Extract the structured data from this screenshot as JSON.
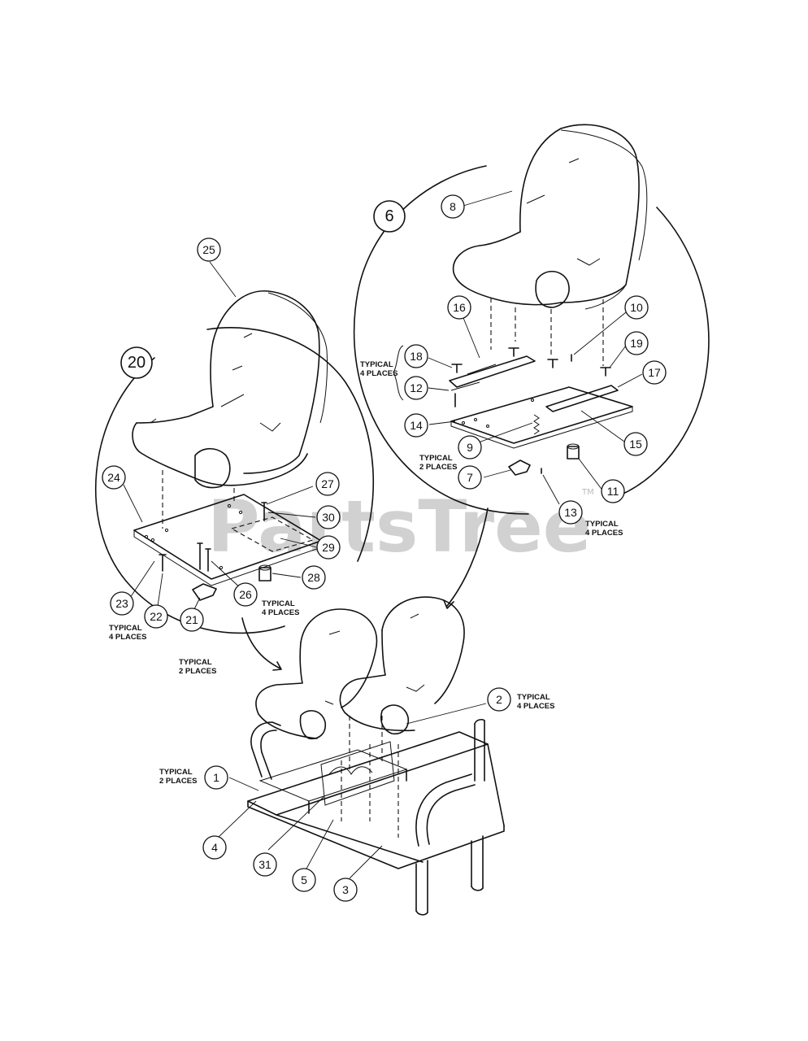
{
  "watermark": {
    "text": "PartsTree",
    "tm": "TM"
  },
  "callouts": [
    {
      "id": "c1",
      "label": "1"
    },
    {
      "id": "c2",
      "label": "2"
    },
    {
      "id": "c3",
      "label": "3"
    },
    {
      "id": "c4",
      "label": "4"
    },
    {
      "id": "c5",
      "label": "5"
    },
    {
      "id": "c6",
      "label": "6"
    },
    {
      "id": "c7",
      "label": "7"
    },
    {
      "id": "c8",
      "label": "8"
    },
    {
      "id": "c9",
      "label": "9"
    },
    {
      "id": "c10",
      "label": "10"
    },
    {
      "id": "c11",
      "label": "11"
    },
    {
      "id": "c12",
      "label": "12"
    },
    {
      "id": "c13",
      "label": "13"
    },
    {
      "id": "c14",
      "label": "14"
    },
    {
      "id": "c15",
      "label": "15"
    },
    {
      "id": "c16",
      "label": "16"
    },
    {
      "id": "c17",
      "label": "17"
    },
    {
      "id": "c18",
      "label": "18"
    },
    {
      "id": "c19",
      "label": "19"
    },
    {
      "id": "c20",
      "label": "20"
    },
    {
      "id": "c21",
      "label": "21"
    },
    {
      "id": "c22",
      "label": "22"
    },
    {
      "id": "c23",
      "label": "23"
    },
    {
      "id": "c24",
      "label": "24"
    },
    {
      "id": "c25",
      "label": "25"
    },
    {
      "id": "c26",
      "label": "26"
    },
    {
      "id": "c27",
      "label": "27"
    },
    {
      "id": "c28",
      "label": "28"
    },
    {
      "id": "c29",
      "label": "29"
    },
    {
      "id": "c30",
      "label": "30"
    },
    {
      "id": "c31",
      "label": "31"
    }
  ],
  "notes": {
    "typical": "TYPICAL",
    "four_places": "4 PLACES",
    "two_places": "2 PLACES"
  }
}
